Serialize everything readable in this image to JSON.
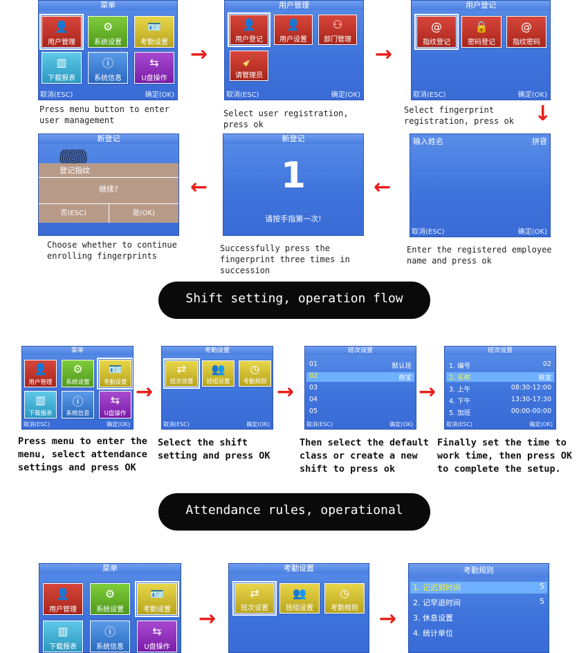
{
  "row1": {
    "screen1": {
      "title": "菜单",
      "tiles": [
        "用户管理",
        "系统设置",
        "考勤设置",
        "下载报表",
        "系统信息",
        "U盘操作"
      ],
      "cancel": "取消(ESC)",
      "ok": "确定(OK)"
    },
    "screen2": {
      "title": "用户管理",
      "tiles": [
        "用户登记",
        "用户设置",
        "部门管理",
        "请管理员"
      ],
      "cancel": "取消(ESC)",
      "ok": "确定(OK)"
    },
    "screen3": {
      "title": "用户登记",
      "tiles": [
        "指纹登记",
        "密码登记",
        "指纹密码"
      ],
      "cancel": "取消(ESC)",
      "ok": "确定(OK)"
    },
    "captions": [
      "Press menu button to enter user management",
      "Select user registration, press ok",
      "Select fingerprint registration, press ok"
    ]
  },
  "row2": {
    "screen4": {
      "title": "新登记",
      "dialog_title": "登记指纹",
      "dialog_text": "继续?",
      "no": "否(ESC)",
      "yes": "是(OK)"
    },
    "screen5": {
      "title": "新登记",
      "count": "1",
      "prompt": "请按手指第一次!"
    },
    "screen6": {
      "field_label": "输入姓名",
      "mode": "拼音",
      "cancel": "取消(ESC)",
      "ok": "确定(OK)"
    },
    "captions": [
      "Choose whether to continue enrolling fingerprints",
      "Successfully press the fingerprint three times in succession",
      "Enter the registered employee name and press ok"
    ]
  },
  "banner1": "Shift setting, operation flow",
  "row3": {
    "screen7": {
      "title": "菜单",
      "tiles": [
        "用户管理",
        "系统设置",
        "考勤设置",
        "下载报表",
        "系统信息",
        "U盘操作"
      ],
      "cancel": "取消(ESC)",
      "ok": "确定(OK)"
    },
    "screen8": {
      "title": "考勤设置",
      "tiles": [
        "班次设置",
        "班组设置",
        "考勤规则"
      ],
      "cancel": "取消(ESC)",
      "ok": "确定(OK)"
    },
    "screen9": {
      "title": "班次设置",
      "rows": [
        [
          "01",
          "默认班"
        ],
        [
          "02",
          "商宝"
        ],
        [
          "03",
          ""
        ],
        [
          "04",
          ""
        ],
        [
          "05",
          ""
        ]
      ],
      "cancel": "取消(ESC)",
      "ok": "确定(OK)"
    },
    "screen10": {
      "title": "班次设置",
      "rows": [
        [
          "1. 编号",
          "02"
        ],
        [
          "2. 名称",
          "商宝"
        ],
        [
          "3. 上午",
          "08:30-12:00"
        ],
        [
          "4. 下午",
          "13:30-17:30"
        ],
        [
          "5. 加班",
          "00:00-00:00"
        ]
      ],
      "cancel": "取消(ESC)",
      "ok": "确定(OK)"
    },
    "captions": [
      "Press menu to enter the menu, select attendance settings and press OK",
      "Select the shift setting and press OK",
      "Then select the default class or create a new shift to press ok",
      "Finally set the time to work time, then press OK to complete the setup."
    ]
  },
  "banner2": "Attendance rules, operational procedures",
  "row4": {
    "screen11": {
      "title": "菜单",
      "tiles": [
        "用户管理",
        "系统设置",
        "考勤设置",
        "下载报表",
        "系统信息",
        "U盘操作"
      ]
    },
    "screen12": {
      "title": "考勤设置",
      "tiles": [
        "班次设置",
        "班组设置",
        "考勤规则"
      ]
    },
    "screen13": {
      "title": "考勤规则",
      "rows": [
        [
          "1. 记迟到时间",
          "5"
        ],
        [
          "2. 记早退时间",
          "5"
        ],
        [
          "3. 休息设置",
          ""
        ],
        [
          "4. 统计单位",
          ""
        ]
      ]
    }
  },
  "arrow": "→",
  "arrow_left": "←",
  "arrow_down": "↓"
}
